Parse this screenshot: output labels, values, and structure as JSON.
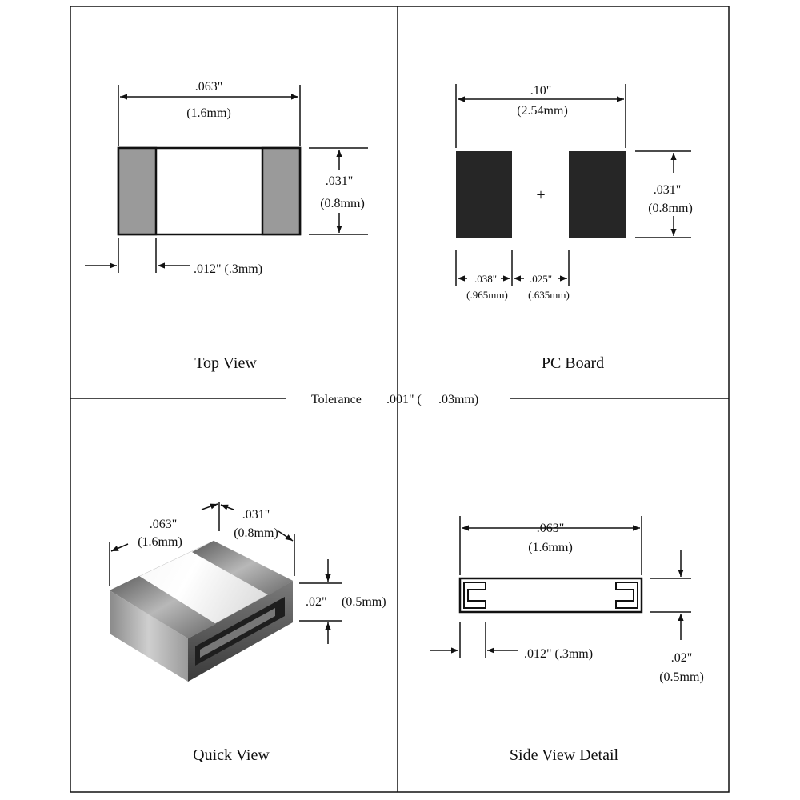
{
  "top_view": {
    "title": "Top View",
    "width_in": ".063\"",
    "width_mm": "(1.6mm)",
    "height_in": ".031\"",
    "height_mm": "(0.8mm)",
    "terminal_width": ".012\" (.3mm)"
  },
  "pc_board": {
    "title": "PC Board",
    "width_in": ".10\"",
    "width_mm": "(2.54mm)",
    "height_in": ".031\"",
    "height_mm": "(0.8mm)",
    "pad_width_in": ".038\"",
    "pad_width_mm": "(.965mm)",
    "gap_in": ".025\"",
    "gap_mm": "(.635mm)",
    "center_mark": "+"
  },
  "tolerance": {
    "label": "Tolerance",
    "value": ".001\" (",
    "value_mm": ".03mm)"
  },
  "quick_view": {
    "title": "Quick View",
    "length_in": ".063\"",
    "length_mm": "(1.6mm)",
    "width_in": ".031\"",
    "width_mm": "(0.8mm)",
    "height_in": ".02\"",
    "height_mm": "(0.5mm)"
  },
  "side_view": {
    "title": "Side View Detail",
    "width_in": ".063\"",
    "width_mm": "(1.6mm)",
    "terminal_width": ".012\" (.3mm)",
    "height_in": ".02\"",
    "height_mm": "(0.5mm)"
  },
  "colors": {
    "terminal_gray": "#9a9a9a",
    "pad_dark": "#262626",
    "line": "#111111"
  }
}
